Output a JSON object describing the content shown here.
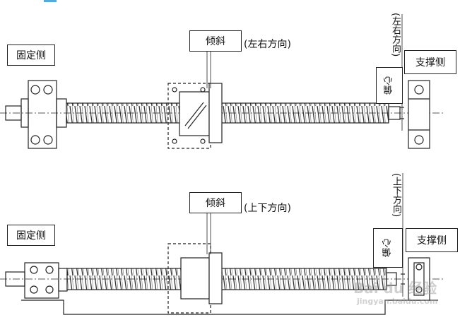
{
  "top_view": {
    "fixed_side": "固定侧",
    "tilt": "倾斜",
    "direction": "(左右方向)",
    "vertical_direction": "(左右方向)",
    "eccentric": "偏心",
    "support_side": "支撑侧"
  },
  "bottom_view": {
    "fixed_side": "固定侧",
    "tilt": "倾斜",
    "direction": "(上下方向)",
    "vertical_direction": "(上下方向)",
    "eccentric": "偏心",
    "support_side": "支撑侧"
  },
  "watermark": {
    "brand": "Bai du 经验",
    "url": "jingyan.baidu.com"
  },
  "colors": {
    "line": "#222222",
    "accent": "#5aa9d6"
  }
}
